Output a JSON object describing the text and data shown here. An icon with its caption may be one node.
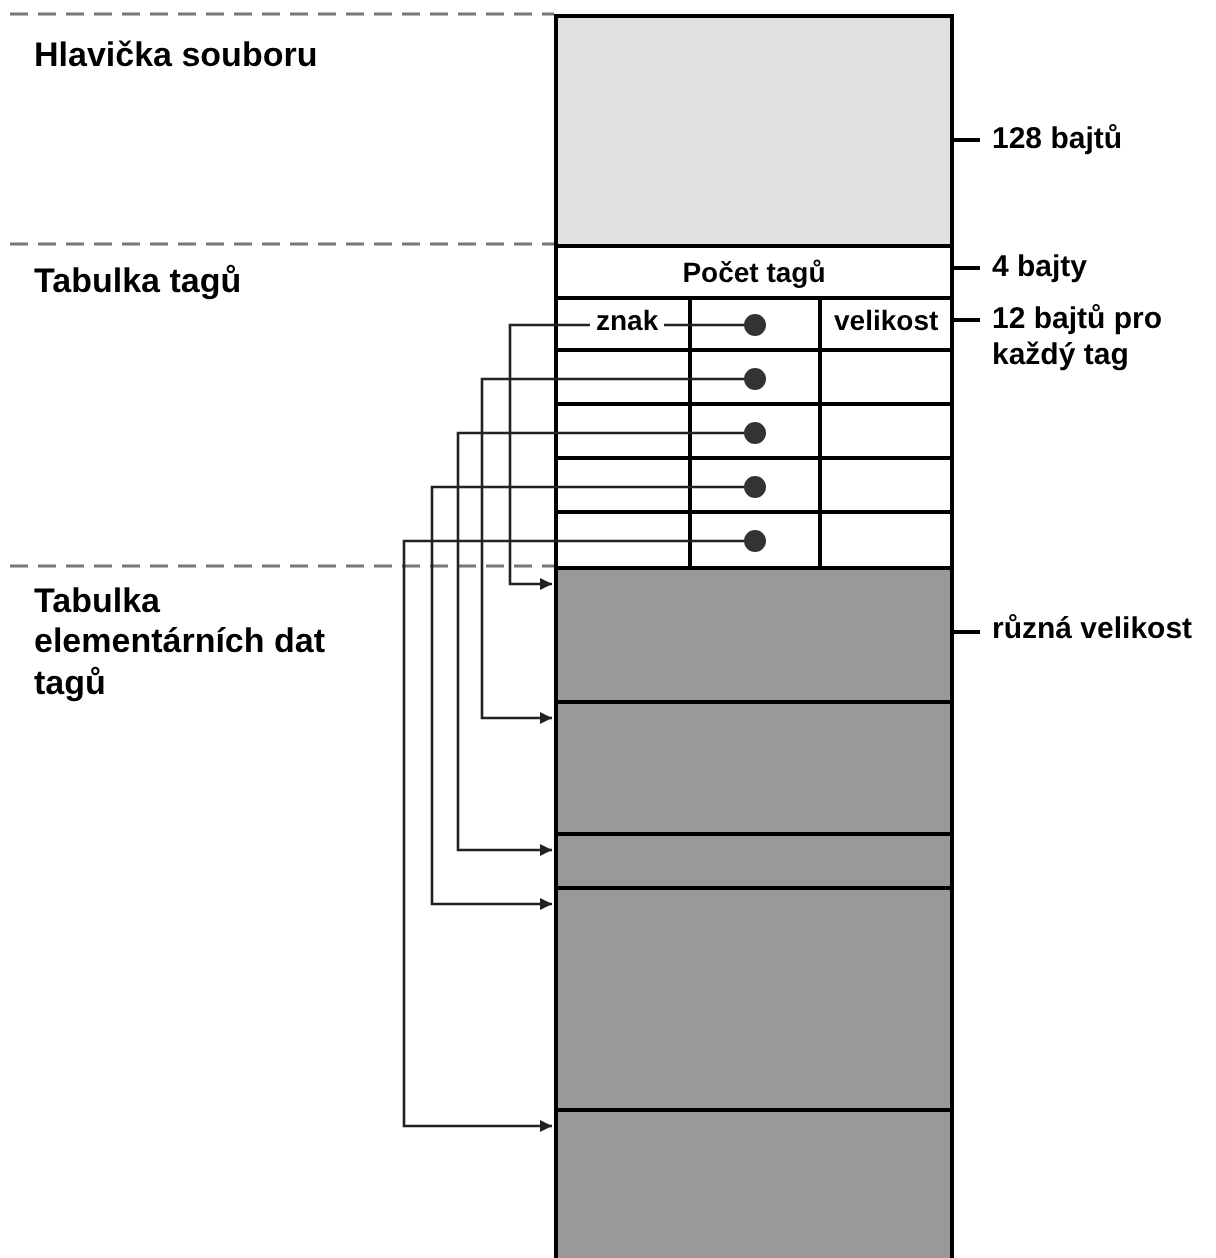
{
  "diagram": {
    "nodes": [
      {
        "text": [],
        "shape": "box",
        "beside": [
          "128 bajtů"
        ]
      },
      {
        "text": [
          "Počet tagů"
        ],
        "beside": [
          "4 bajty"
        ]
      },
      {
        "text": [],
        "shape": "circle"
      },
      {
        "text": [],
        "shape": "circle"
      },
      {
        "text": [],
        "shape": "circle"
      },
      {
        "text": [],
        "shape": "circle"
      },
      {
        "text": [],
        "shape": "circle"
      },
      {
        "text": [],
        "shape": "box",
        "beside": [
          "různá velikost"
        ]
      },
      {
        "text": [],
        "shape": "box"
      },
      {
        "text": [],
        "shape": "box"
      },
      {
        "text": [],
        "shape": "box"
      },
      {
        "text": [],
        "shape": "box"
      }
    ],
    "edges": [
      {
        "from": 2,
        "to": 7,
        "arrow": "to"
      },
      {
        "from": 3,
        "to": 8,
        "arrow": "to"
      },
      {
        "from": 4,
        "to": 9,
        "arrow": "to"
      },
      {
        "from": 5,
        "to": 10,
        "arrow": "to"
      },
      {
        "from": 6,
        "to": 11,
        "arrow": "to"
      }
    ],
    "labels": [
      "Hlavička souboru",
      "Tabulka tagů",
      "znak",
      "velikost",
      "12 bajtů pro každý tag",
      "Tabulka elementárních dat tagů"
    ]
  }
}
